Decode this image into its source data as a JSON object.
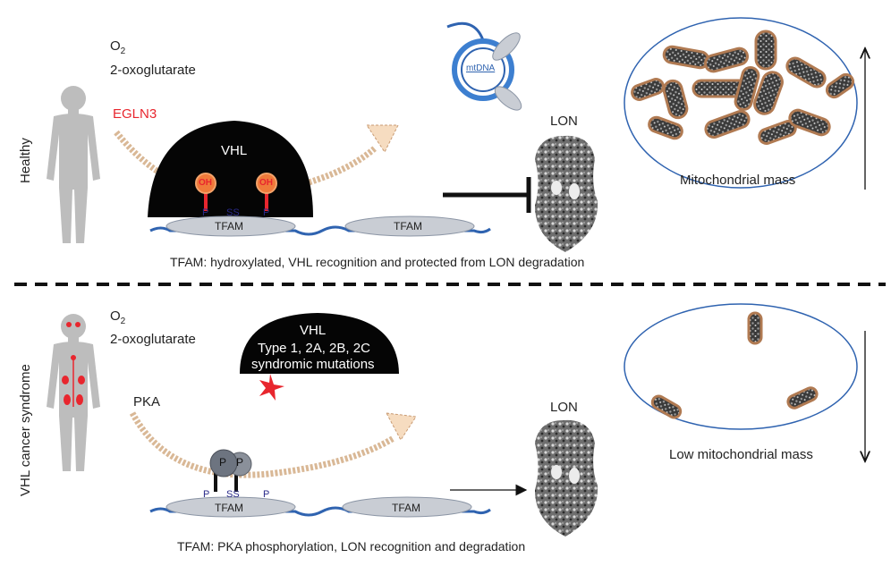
{
  "healthy": {
    "row_label": "Healthy",
    "o2": "O",
    "o2_sub": "2",
    "oxoglutarate": "2-oxoglutarate",
    "enzyme": "EGLN3",
    "vhl": "VHL",
    "oh_label": "OH",
    "p_label": "P",
    "ss_label": "SS",
    "tfam_label": "TFAM",
    "mtdna_label": "mtDNA",
    "lon_label": "LON",
    "mass_label": "Mitochondrial mass",
    "caption": "TFAM: hydroxylated, VHL recognition and protected from LON degradation"
  },
  "cancer": {
    "row_label": "VHL cancer syndrome",
    "o2": "O",
    "o2_sub": "2",
    "oxoglutarate": "2-oxoglutarate",
    "kinase": "PKA",
    "vhl": "VHL",
    "vhl_mut_line1": "Type 1, 2A, 2B, 2C",
    "vhl_mut_line2": "syndromic mutations",
    "p_label": "P",
    "ss_label": "SS",
    "tfam_label": "TFAM",
    "lon_label": "LON",
    "mass_label": "Low mitochondrial mass",
    "caption": "TFAM: PKA phosphorylation, LON recognition and degradation"
  },
  "colors": {
    "enzyme_red": "#e8262e",
    "vhl_black": "#050505",
    "oh_orange": "#f07a3a",
    "dna_blue": "#2f63b0",
    "tfam_grey": "#c9cdd4",
    "arrow_peach": "#f5d7b5",
    "mito_brown": "#b07a52",
    "pka_grey": "#6d7480"
  },
  "icons": [
    "human-silhouette-icon",
    "mtdna-icon",
    "lon-protease-icon",
    "mitochondrion-icon",
    "mutation-star-icon"
  ]
}
